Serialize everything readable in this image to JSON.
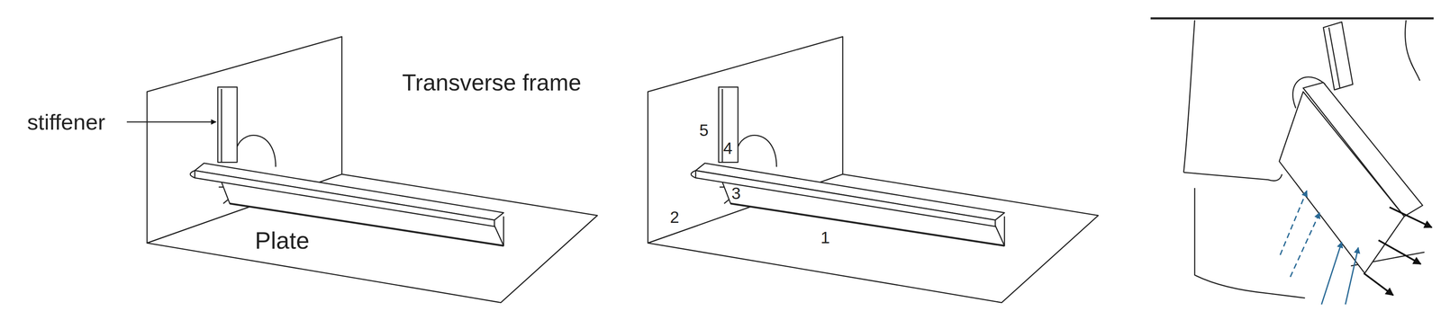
{
  "diagram": {
    "labels": [
      "stiffener",
      "Transverse frame",
      "Plate",
      "5",
      "4",
      "3",
      "2",
      "1"
    ]
  }
}
